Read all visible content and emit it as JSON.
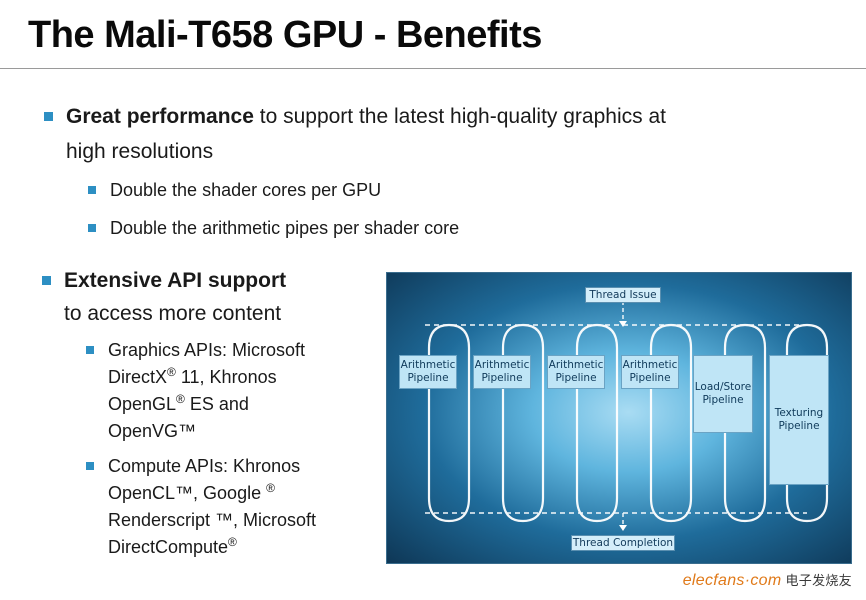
{
  "title": "The Mali-T658 GPU - Benefits",
  "section1": {
    "bold": "Great performance",
    "rest": " to support the latest high-quality graphics at",
    "line2": "high resolutions",
    "subs": [
      "Double the shader cores per GPU",
      "Double the arithmetic pipes per shader core"
    ]
  },
  "section2": {
    "bold": "Extensive API support",
    "line2": "to access more content",
    "sub1": {
      "l1": "Graphics APIs: Microsoft",
      "l2a": "DirectX",
      "l2b": " 11, Khronos",
      "l3a": "OpenGL",
      "l3b": " ES and",
      "l4": "OpenVG™"
    },
    "sub2": {
      "l1": "Compute APIs: Khronos",
      "l2a": "OpenCL™, Google ",
      "l3": "Renderscript ™, Microsoft",
      "l4": "DirectCompute"
    },
    "reg": "®"
  },
  "diagram": {
    "thread_issue": "Thread Issue",
    "thread_completion": "Thread Completion",
    "pipelines": [
      "Arithmetic\nPipeline",
      "Arithmetic\nPipeline",
      "Arithmetic\nPipeline",
      "Arithmetic\nPipeline",
      "Load/Store\nPipeline",
      "Texturing\nPipeline"
    ]
  },
  "watermark": {
    "brand": "elecfans·com",
    "cn": "电子发烧友"
  },
  "colors": {
    "bullet": "#2d8fc3",
    "diagram_dark": "#0e3756",
    "diagram_light": "#a9dcf3",
    "watermark": "#e07a1a"
  }
}
